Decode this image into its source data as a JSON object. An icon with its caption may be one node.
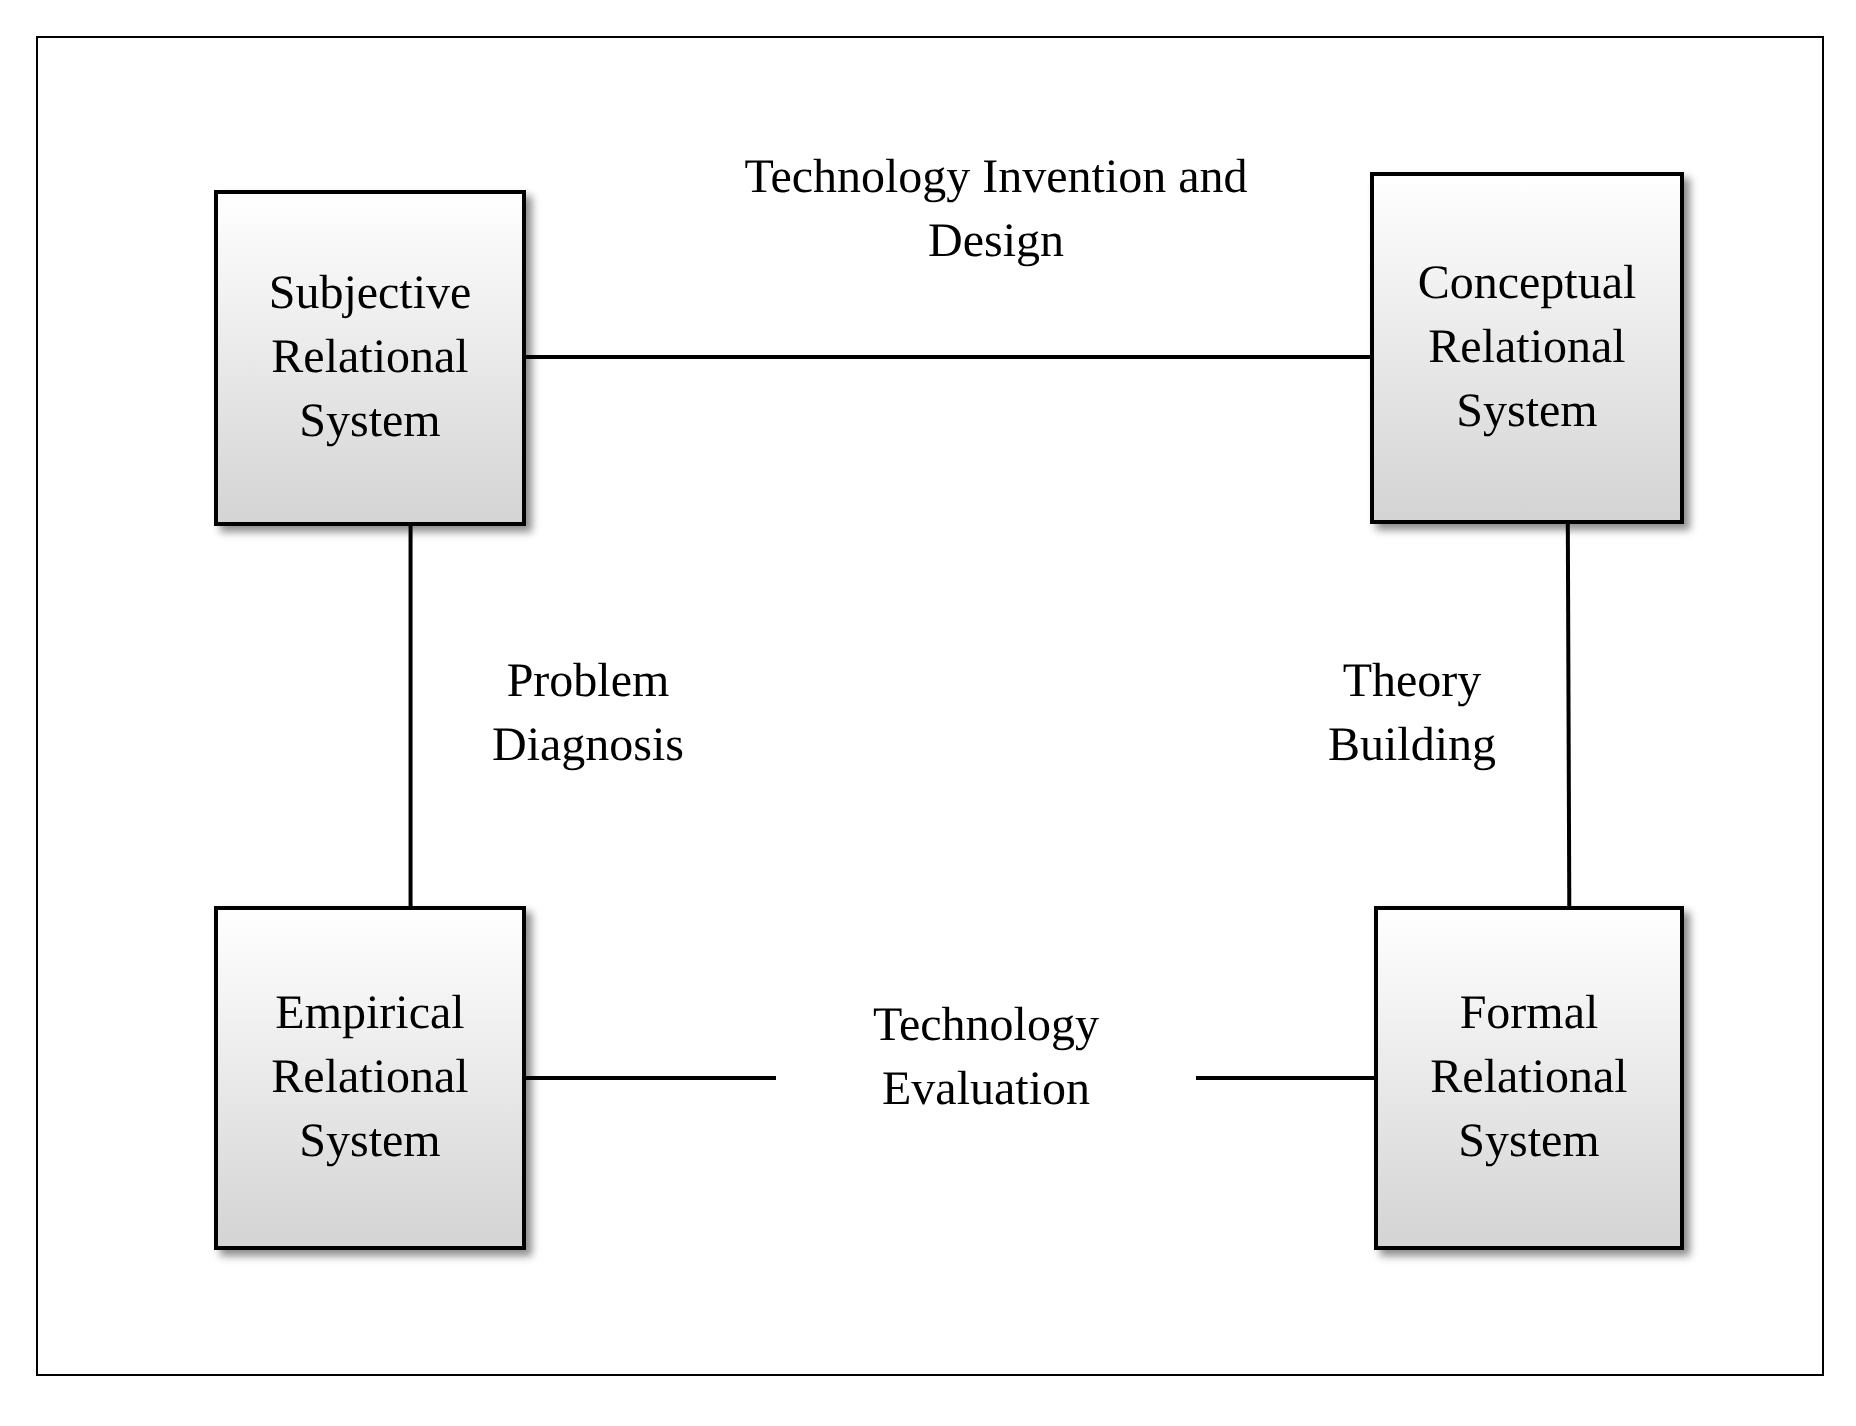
{
  "diagram": {
    "nodes": [
      {
        "text": [
          "Subjective Relational System"
        ]
      },
      {
        "text": [
          "Conceptual Relational System"
        ]
      },
      {
        "text": [
          "Empirical Relational System"
        ]
      },
      {
        "text": [
          "Formal Relational System"
        ]
      }
    ],
    "edges": [
      {
        "from": 0,
        "to": 1,
        "arrow": "none",
        "label": "Technology Invention and Design"
      },
      {
        "from": 0,
        "to": 2,
        "arrow": "none",
        "label": "Problem Diagnosis"
      },
      {
        "from": 1,
        "to": 3,
        "arrow": "none",
        "label": "Theory Building"
      },
      {
        "from": 2,
        "to": 3,
        "arrow": "none",
        "label": "Technology Evaluation"
      }
    ]
  }
}
